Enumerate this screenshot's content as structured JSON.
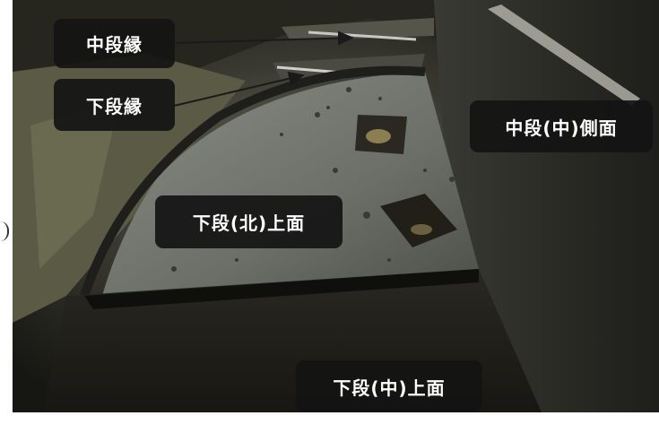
{
  "labels": {
    "middle_edge": "中段縁",
    "lower_edge": "下段縁",
    "middle_center_side": "中段(中)側面",
    "lower_north_top": "下段(北)上面",
    "lower_center_top": "下段(中)上面"
  },
  "colors": {
    "label_background": "#141414",
    "label_text": "#ffffff",
    "arrow": "#1a1a1a"
  }
}
